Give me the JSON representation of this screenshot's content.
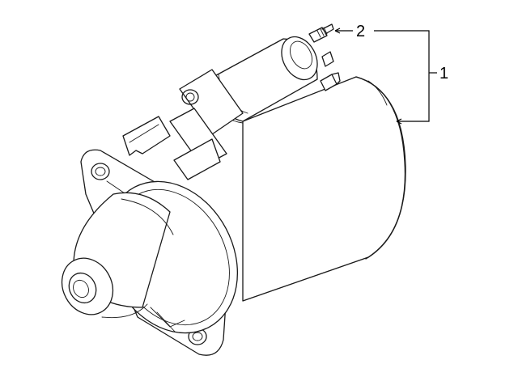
{
  "diagram": {
    "callouts": [
      {
        "id": "1",
        "label": "1"
      },
      {
        "id": "2",
        "label": "2"
      }
    ],
    "colors": {
      "line": "#1a1a1a",
      "background": "#ffffff"
    }
  }
}
